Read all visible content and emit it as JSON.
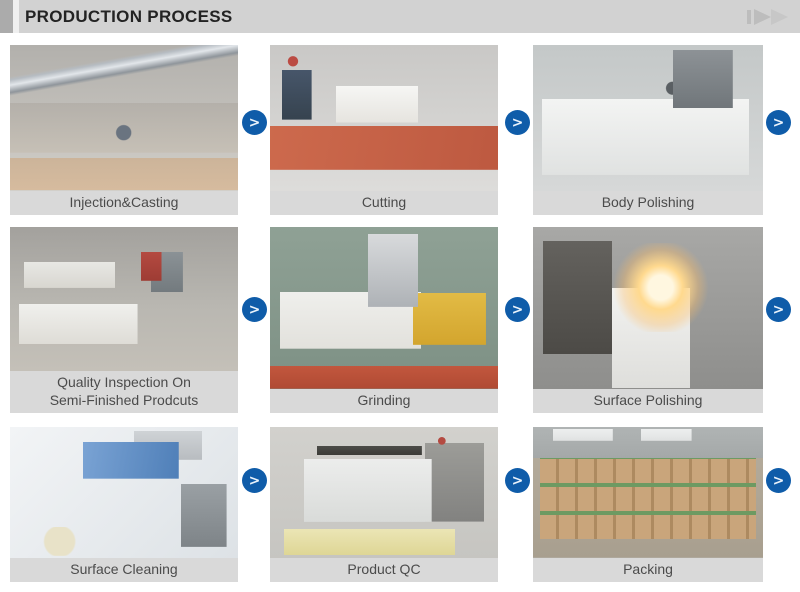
{
  "header": {
    "title": "PRODUCTION PROCESS",
    "nav_icon": "fast-forward-icon"
  },
  "steps": [
    {
      "id": "injection-casting",
      "label": "Injection&Casting"
    },
    {
      "id": "cutting",
      "label": "Cutting"
    },
    {
      "id": "body-polishing",
      "label": "Body Polishing"
    },
    {
      "id": "quality-inspection",
      "label": "Quality Inspection On\nSemi-Finished Prodcuts"
    },
    {
      "id": "grinding",
      "label": "Grinding"
    },
    {
      "id": "surface-polishing",
      "label": "Surface Polishing"
    },
    {
      "id": "surface-cleaning",
      "label": "Surface Cleaning"
    },
    {
      "id": "product-qc",
      "label": "Product QC"
    },
    {
      "id": "packing",
      "label": "Packing"
    }
  ],
  "flow_arrow": {
    "glyph": ">",
    "color": "#0f5ca9"
  },
  "colors": {
    "header_bar": "#d2d2d2",
    "header_accent": "#ababab",
    "header_text": "#232323",
    "caption_bg": "#d9d9d9",
    "caption_text": "#4b4b4b",
    "arrow_circle": "#0f5ca9"
  }
}
